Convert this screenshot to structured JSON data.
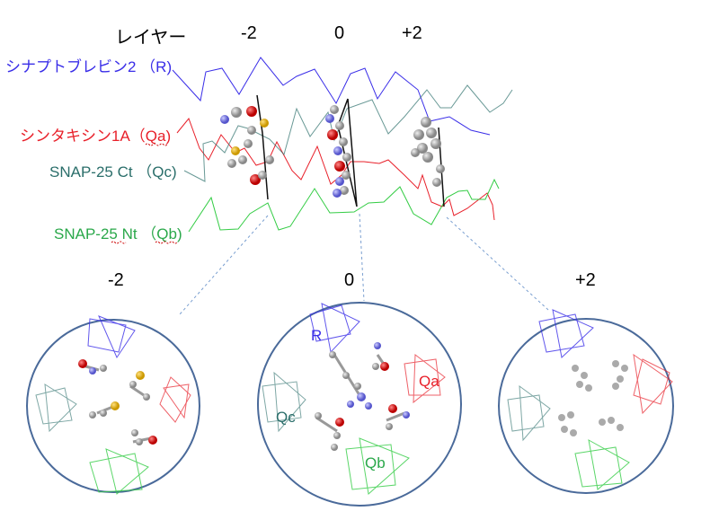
{
  "header": {
    "layer_label": "レイヤー",
    "layers": [
      "-2",
      "0",
      "+2"
    ]
  },
  "chains": [
    {
      "label": "シナプトブレビン2 （R)",
      "color": "#3a2ee8"
    },
    {
      "label": "シンタキシン1A（Qa)",
      "color": "#e8202a"
    },
    {
      "label": "SNAP-25 Ct （Qc)",
      "color": "#2a6e6a"
    },
    {
      "label": "SNAP-25 Nt （Qb)",
      "color": "#2aa84a"
    }
  ],
  "panels": [
    {
      "title": "-2"
    },
    {
      "title": "0",
      "labels": {
        "r": "R",
        "qa": "Qa",
        "qc": "Qc",
        "qb": "Qb"
      }
    },
    {
      "title": "+2"
    }
  ],
  "colors": {
    "circle": "#4a6a9a",
    "dash": "#7a9fd0",
    "atom_c": "#a8a8a8",
    "atom_o": "#dd1111",
    "atom_n": "#7a7af0",
    "atom_s": "#e0b020"
  }
}
